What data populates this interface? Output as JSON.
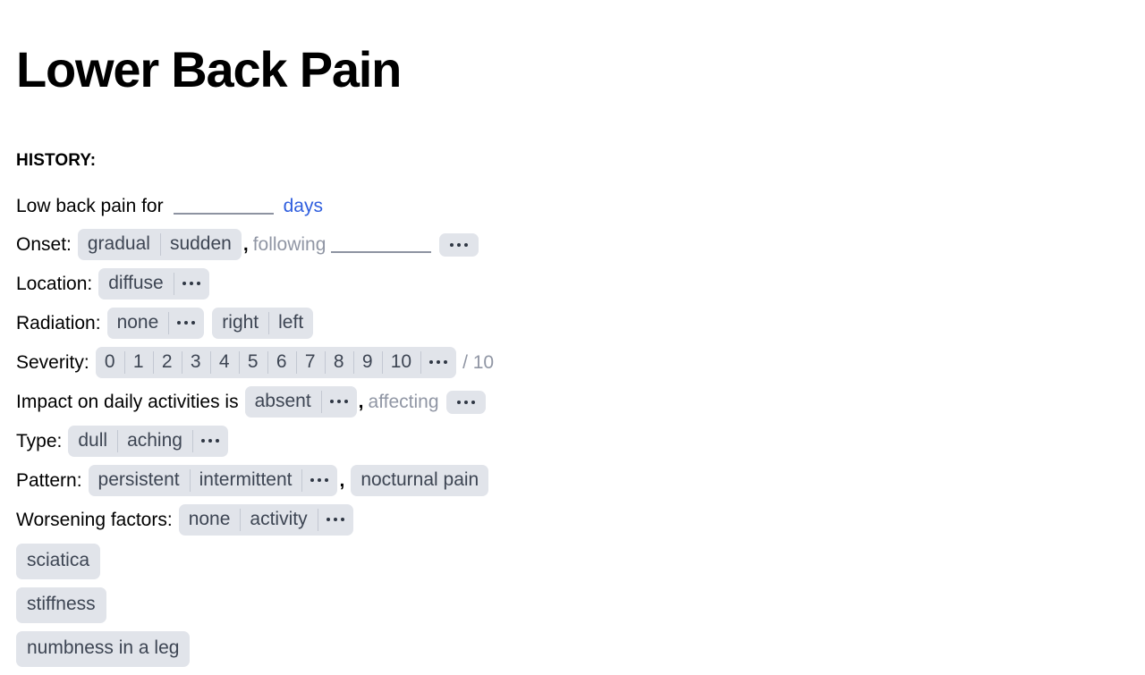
{
  "document": {
    "title": "Lower Back Pain",
    "section_heading": "HISTORY:"
  },
  "rows": {
    "duration": {
      "prefix": "Low back pain for",
      "unit": "days"
    },
    "onset": {
      "label": "Onset:",
      "options": [
        "gradual",
        "sudden"
      ],
      "comma": ",",
      "placeholder": "following",
      "more": "…"
    },
    "location": {
      "label": "Location:",
      "options": [
        "diffuse"
      ],
      "more": "…"
    },
    "radiation": {
      "label": "Radiation:",
      "group1": [
        "none"
      ],
      "group2": [
        "right",
        "left"
      ],
      "more": "…"
    },
    "severity": {
      "label": "Severity:",
      "scale": [
        "0",
        "1",
        "2",
        "3",
        "4",
        "5",
        "6",
        "7",
        "8",
        "9",
        "10"
      ],
      "more": "…",
      "suffix": "/ 10"
    },
    "impact": {
      "label": "Impact on daily activities is",
      "options": [
        "absent"
      ],
      "more": "…",
      "comma": ",",
      "placeholder": "affecting"
    },
    "type": {
      "label": "Type:",
      "options": [
        "dull",
        "aching"
      ],
      "more": "…"
    },
    "pattern": {
      "label": "Pattern:",
      "options": [
        "persistent",
        "intermittent"
      ],
      "more": "…",
      "comma": ",",
      "extra": "nocturnal pain"
    },
    "worsening": {
      "label": "Worsening factors:",
      "options": [
        "none",
        "activity"
      ],
      "more": "…"
    }
  },
  "suggestions": [
    "sciatica",
    "stiffness",
    "numbness in a leg"
  ],
  "colors": {
    "chip_background": "#e1e4ea",
    "chip_text": "#3d4553",
    "placeholder_text": "#9096a4",
    "link_text": "#2f5ede",
    "body_text": "#000000",
    "divider": "#c3c8d2",
    "blank_underline": "#8d93a1"
  }
}
